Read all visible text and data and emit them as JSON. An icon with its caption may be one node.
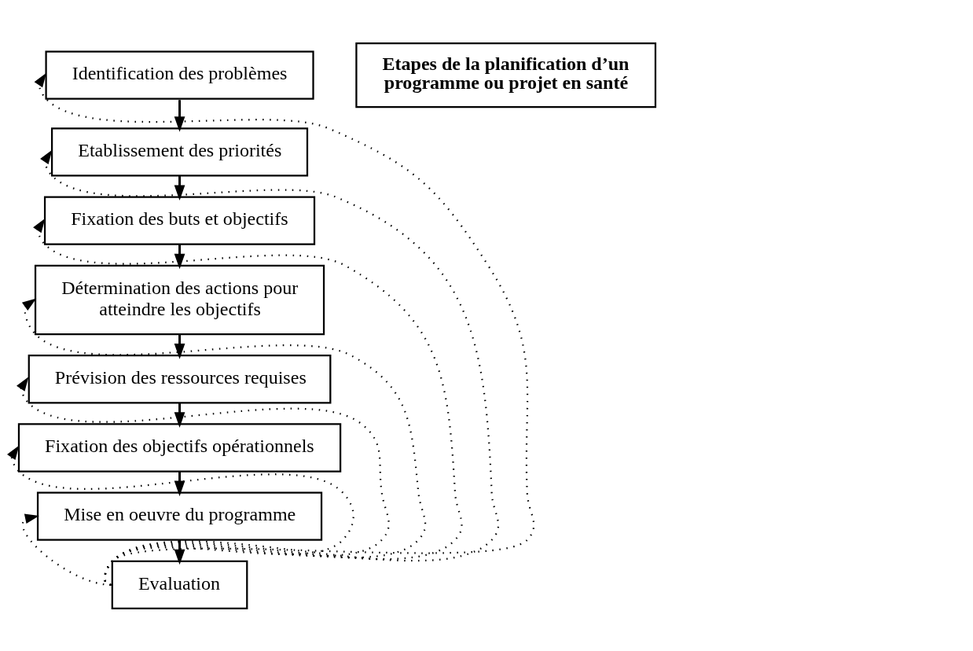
{
  "diagram": {
    "nodes": [
      {
        "text": [
          "Identification des problèmes"
        ]
      },
      {
        "text": [
          "Etablissement des priorités"
        ]
      },
      {
        "text": [
          "Fixation des buts et objectifs"
        ]
      },
      {
        "text": [
          "Détermination des actions pour atteindre les objectifs"
        ]
      },
      {
        "text": [
          "Prévision des ressources requises"
        ]
      },
      {
        "text": [
          "Fixation des objectifs opérationnels"
        ]
      },
      {
        "text": [
          "Mise en oeuvre du programme"
        ]
      },
      {
        "text": [
          "Evaluation"
        ]
      },
      {
        "text": [
          "Etapes de la planification d’un programme ou projet en santé"
        ]
      }
    ],
    "edges": [
      {
        "from": 0,
        "to": 1,
        "arrow": "to"
      },
      {
        "from": 1,
        "to": 2,
        "arrow": "to"
      },
      {
        "from": 2,
        "to": 3,
        "arrow": "to"
      },
      {
        "from": 3,
        "to": 4,
        "arrow": "to"
      },
      {
        "from": 4,
        "to": 5,
        "arrow": "to"
      },
      {
        "from": 5,
        "to": 6,
        "arrow": "to"
      },
      {
        "from": 6,
        "to": 7,
        "arrow": "to"
      },
      {
        "from": 7,
        "to": 0,
        "arrow": "to",
        "style": "dashed"
      },
      {
        "from": 7,
        "to": 1,
        "arrow": "to",
        "style": "dashed"
      },
      {
        "from": 7,
        "to": 2,
        "arrow": "to",
        "style": "dashed"
      },
      {
        "from": 7,
        "to": 3,
        "arrow": "to",
        "style": "dashed"
      },
      {
        "from": 7,
        "to": 4,
        "arrow": "to",
        "style": "dashed"
      },
      {
        "from": 7,
        "to": 5,
        "arrow": "to",
        "style": "dashed"
      },
      {
        "from": 7,
        "to": 6,
        "arrow": "to",
        "style": "dashed"
      }
    ]
  }
}
